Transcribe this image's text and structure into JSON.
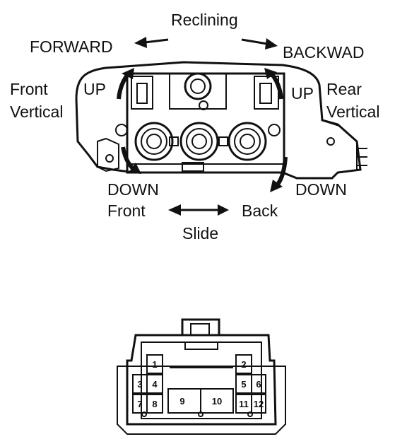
{
  "switch_diagram": {
    "reclining": "Reclining",
    "forward": "FORWARD",
    "backward": "BACKWAD",
    "front_vertical_line1": "Front",
    "front_vertical_line2": "Vertical",
    "rear_vertical_line1": "Rear",
    "rear_vertical_line2": "Vertical",
    "up_left": "UP",
    "up_right": "UP",
    "down_left": "DOWN",
    "down_right": "DOWN",
    "front": "Front",
    "back": "Back",
    "slide": "Slide"
  },
  "connector": {
    "pins": [
      "1",
      "2",
      "3",
      "4",
      "5",
      "6",
      "7",
      "8",
      "9",
      "10",
      "11",
      "12"
    ]
  }
}
